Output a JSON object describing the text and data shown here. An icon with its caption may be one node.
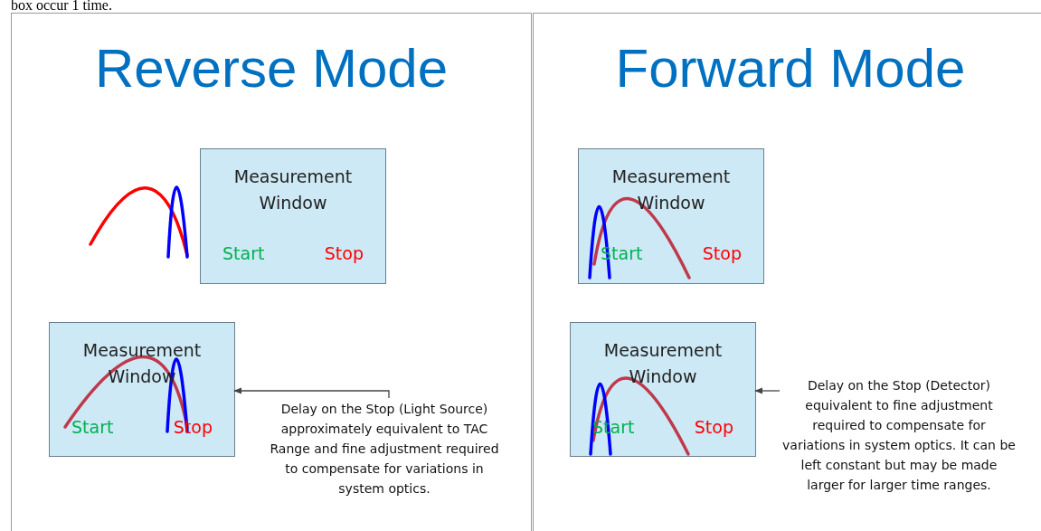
{
  "diagram": {
    "nodes": [
      {
        "text": [
          "Reverse Mode"
        ]
      },
      {
        "text": [
          "Measurement Window",
          "Start",
          "Stop"
        ],
        "in": 0
      },
      {
        "text": [
          "Measurement Window",
          "Start",
          "Stop"
        ],
        "in": 0
      },
      {
        "text": [
          "Delay on the Stop (Light Source) approximately equivalent to TAC Range and fine adjustment required to compensate for variations in system optics."
        ],
        "in": 0
      },
      {
        "text": [
          "Forward Mode"
        ]
      },
      {
        "text": [
          "Measurement Window",
          "Start",
          "Stop"
        ],
        "in": 4
      },
      {
        "text": [
          "Measurement Window",
          "Start",
          "Stop"
        ],
        "in": 4
      },
      {
        "text": [
          "Delay on the Stop (Detector) equivalent to fine adjustment required to compensate for variations in system optics. It can be left constant but may be made larger for larger time ranges."
        ],
        "in": 4
      }
    ],
    "edges": [
      {
        "from": 3,
        "to": 2,
        "arrow": "to"
      },
      {
        "from": 7,
        "to": 6,
        "arrow": "to"
      }
    ],
    "labels": [
      "box occur 1 time."
    ]
  }
}
